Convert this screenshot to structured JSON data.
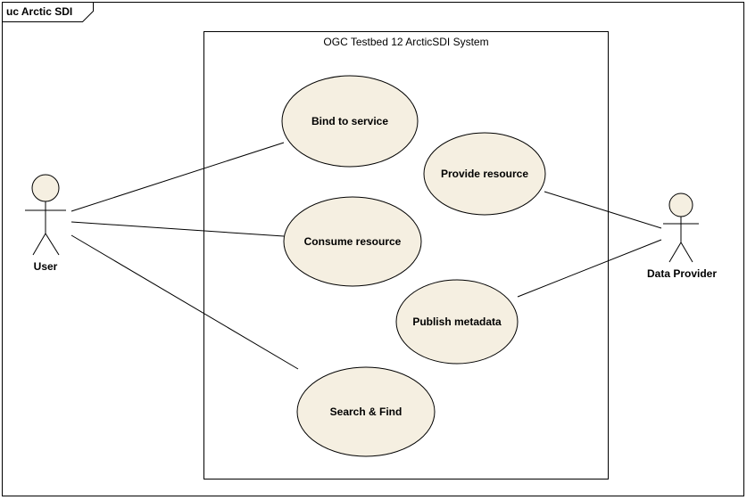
{
  "diagram": {
    "frame_title": "uc Arctic SDI",
    "boundary_title": "OGC Testbed 12 ArcticSDI System",
    "actors": {
      "user": "User",
      "provider": "Data Provider"
    },
    "use_cases": {
      "bind": "Bind to service",
      "consume": "Consume resource",
      "search": "Search & Find",
      "provide": "Provide resource",
      "publish": "Publish metadata"
    }
  },
  "colors": {
    "use_case_fill": "#f5efe1",
    "stroke": "#000000",
    "background": "#ffffff"
  }
}
